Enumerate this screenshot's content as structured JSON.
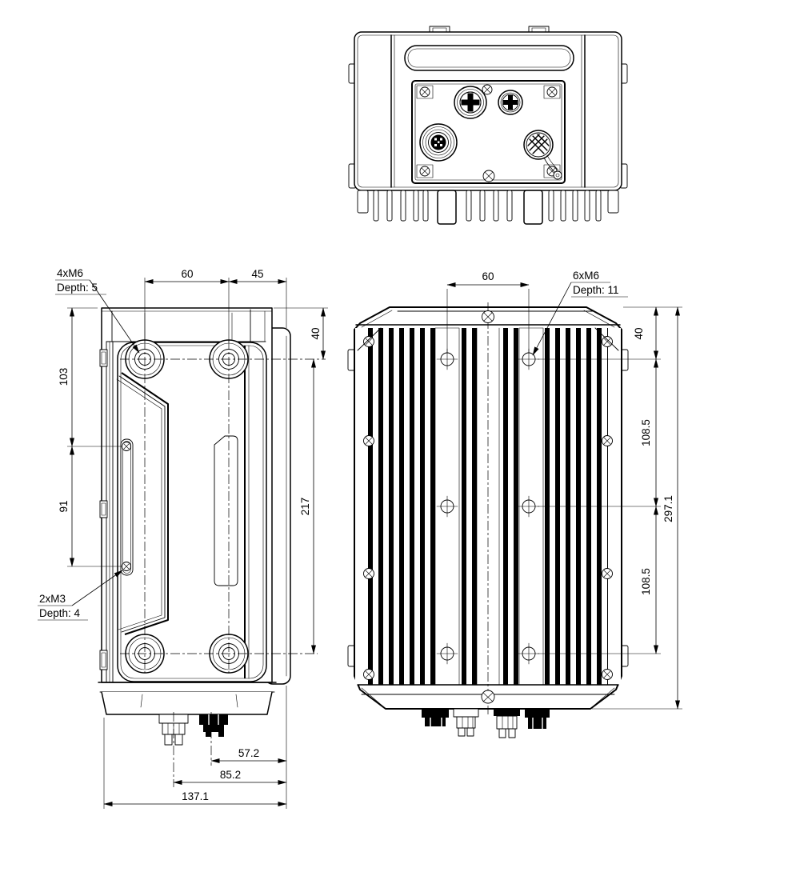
{
  "style": {
    "background": "#ffffff",
    "line_color": "#000000"
  },
  "callouts": {
    "side_m6": {
      "line1": "4xM6",
      "line2": "Depth: 5"
    },
    "side_m3": {
      "line1": "2xM3",
      "line2": "Depth: 4"
    },
    "front_m6": {
      "line1": "6xM6",
      "line2": "Depth: 11"
    }
  },
  "dimensions": {
    "side_view": {
      "boss_spacing_horizontal": "60",
      "boss_to_rear_edge": "45",
      "top_to_boss_center": "40",
      "top_to_first_m3": "103",
      "m3_spacing": "91",
      "boss_spacing_vertical": "217",
      "connector_a_offset": "57.2",
      "connector_b_offset": "85.2",
      "overall_depth": "137.1"
    },
    "front_view": {
      "hole_column_spacing": "60",
      "top_to_first_hole_row": "40",
      "hole_row_spacing_upper": "108.5",
      "hole_row_spacing_lower": "108.5",
      "overall_height": "297.1"
    }
  }
}
